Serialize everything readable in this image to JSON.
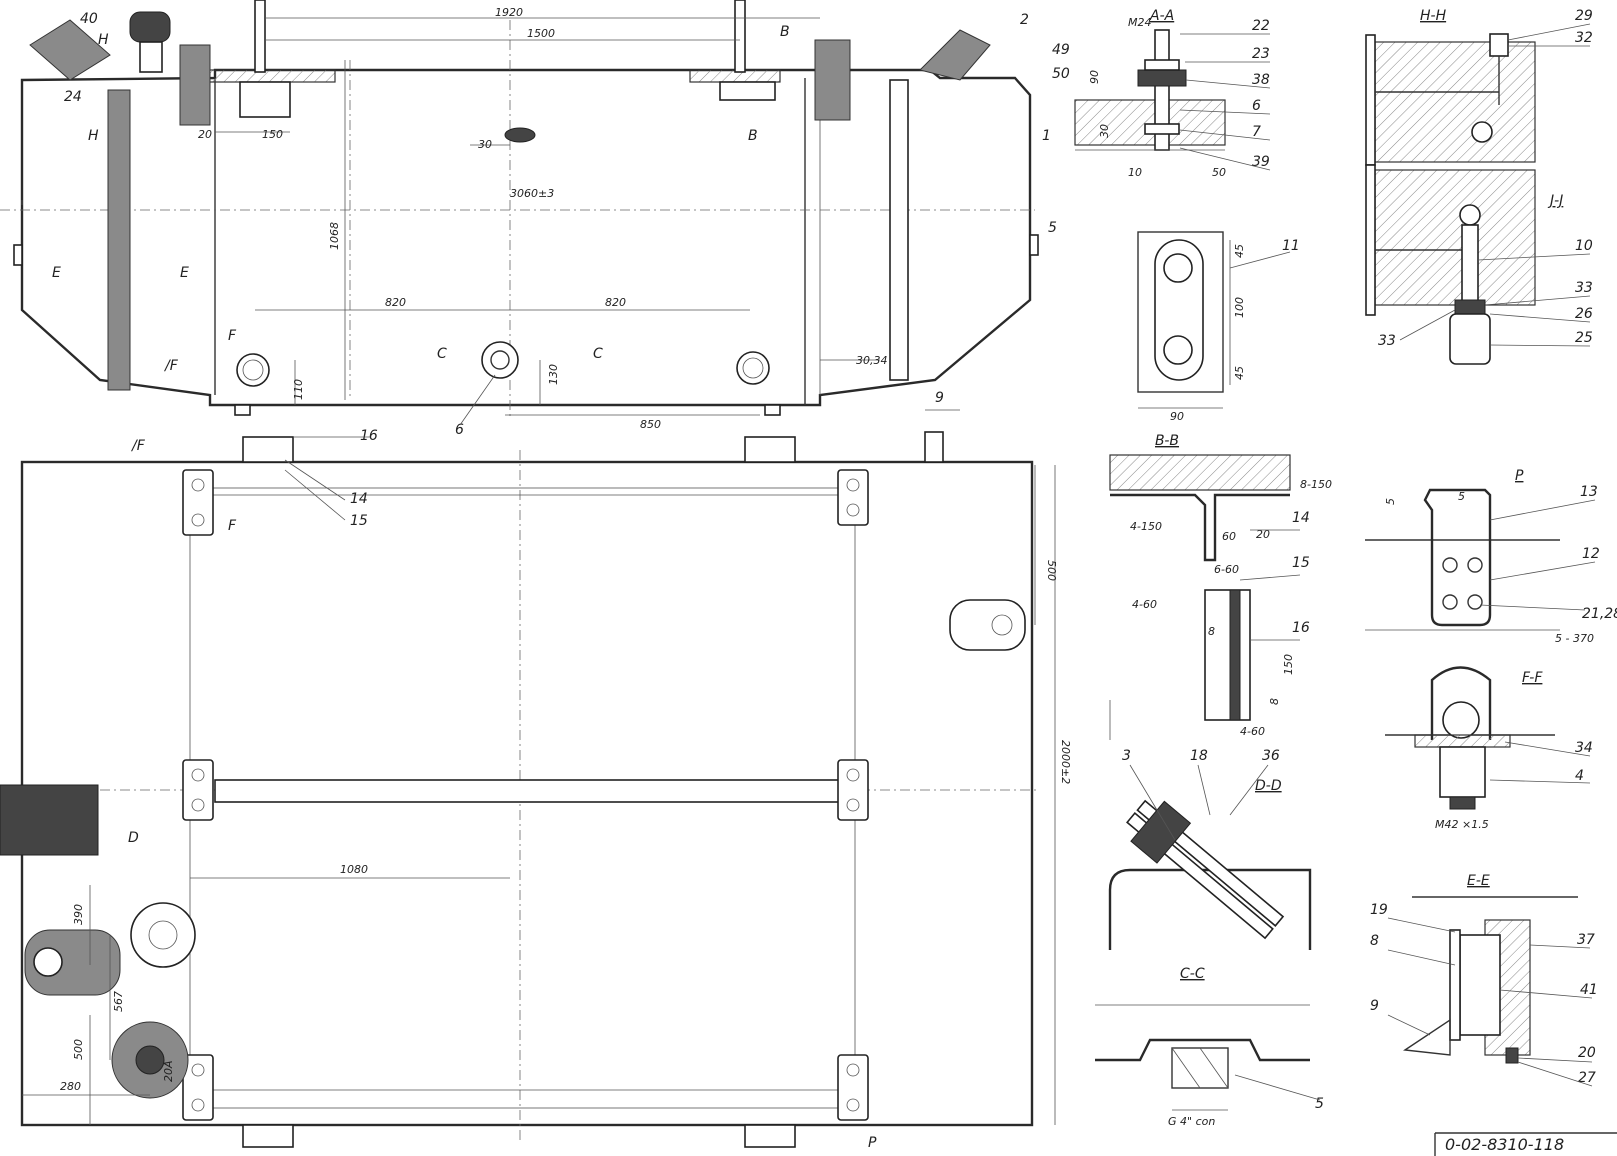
{
  "drawing_number": "0-02-8310-118",
  "dims": {
    "d1920": "1920",
    "d1500": "1500",
    "d3060": "3060±3",
    "d1068": "1068",
    "d820a": "820",
    "d820b": "820",
    "d850": "850",
    "d110": "110",
    "d130": "130",
    "d20": "20",
    "d150": "150",
    "d30": "30",
    "d30_34": "30,34",
    "d500top": "500",
    "d2000": "2000±2",
    "d1080": "1080",
    "d390": "390",
    "d567": "567",
    "d500left": "500",
    "d280": "280",
    "d20A": "20A"
  },
  "main_callouts": {
    "c40": "40",
    "cH1": "H",
    "cH2": "H",
    "c24": "24",
    "c2": "2",
    "c1": "1",
    "c5a": "5",
    "c49": "49",
    "c50": "50",
    "cB1": "B",
    "cB2": "B",
    "cE1": "E",
    "cE2": "E",
    "cF1": "F",
    "cF2": "/F",
    "cC1": "C",
    "cC2": "C",
    "c6": "6",
    "c9": "9",
    "c16": "16",
    "c14": "14",
    "c15": "15",
    "cF3": "/F",
    "cF4": "F",
    "cD": "D",
    "cP": "P"
  },
  "section_aa": {
    "title": "A-A",
    "thread": "M24",
    "n22": "22",
    "n23": "23",
    "n38": "38",
    "n6": "6",
    "n7": "7",
    "n39": "39",
    "d90": "90",
    "d30": "30",
    "d10": "10",
    "d50": "50"
  },
  "detail_11": {
    "n11": "11",
    "d45a": "45",
    "d100": "100",
    "d45b": "45",
    "d90": "90"
  },
  "section_bb": {
    "title": "B-B",
    "w1": "8-150",
    "w2": "4-150",
    "d60": "60",
    "d20": "20",
    "n14": "14",
    "w3": "4-60",
    "w4": "6-60",
    "n15": "15",
    "d8": "8",
    "n16": "16",
    "d150": "150",
    "w5": "8",
    "w6": "4-60"
  },
  "section_dd": {
    "title": "D-D",
    "n3": "3",
    "n18": "18",
    "n36": "36"
  },
  "section_cc": {
    "title": "C-C",
    "thread": "G 4\" con",
    "n5": "5"
  },
  "section_hh": {
    "title": "H-H",
    "n29": "29",
    "n32": "32"
  },
  "section_jj": {
    "title": "J-J",
    "n10": "10",
    "n33a": "33",
    "n26": "26",
    "n25": "25",
    "n33b": "33"
  },
  "view_p": {
    "title": "P",
    "n13": "13",
    "d5a": "5",
    "d5b": "5",
    "n12": "12",
    "n21_28": "21,28",
    "weld": "5 - 370"
  },
  "section_ff": {
    "title": "F-F",
    "n34": "34",
    "n4": "4",
    "thread": "M42 ×1.5"
  },
  "section_ee": {
    "title": "E-E",
    "n19": "19",
    "n37": "37",
    "n8": "8",
    "n41": "41",
    "n9": "9",
    "n20": "20",
    "n27": "27"
  }
}
